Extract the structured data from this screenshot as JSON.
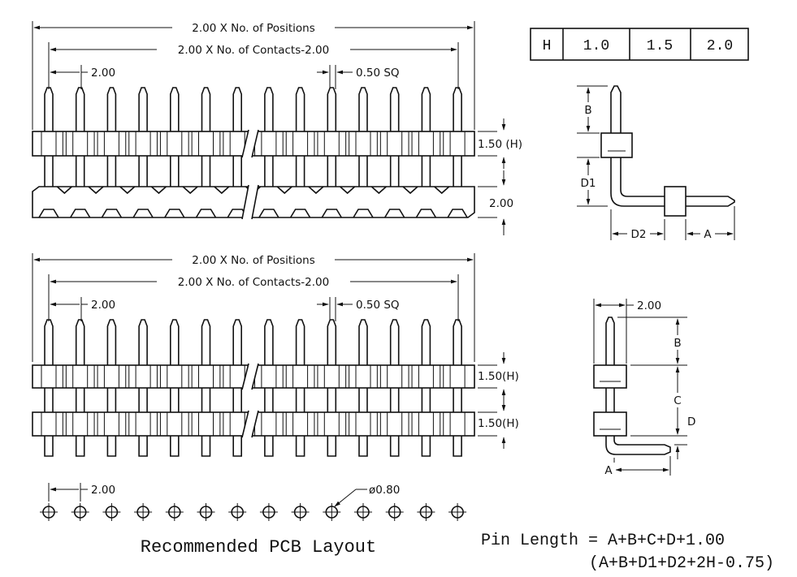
{
  "side_view_1": {
    "positions_label": "2.00 X No. of Positions",
    "contacts_label": "2.00 X No. of Contacts-2.00",
    "pitch_label": "2.00",
    "pin_size_label": "0.50 SQ",
    "height_label": "1.50 (H)",
    "spacer_label": "2.00"
  },
  "side_view_2": {
    "positions_label": "2.00 X No. of Positions",
    "contacts_label": "2.00 X No. of Contacts-2.00",
    "pitch_label": "2.00",
    "pin_size_label": "0.50 SQ",
    "height_label_upper": "1.50(H)",
    "height_label_lower": "1.50(H)"
  },
  "h_table": {
    "header": "H",
    "values": [
      "1.0",
      "1.5",
      "2.0"
    ]
  },
  "right_angle_view": {
    "label_b": "B",
    "label_d1": "D1",
    "label_d2": "D2",
    "label_a": "A"
  },
  "end_view": {
    "pitch_label": "2.00",
    "label_b": "B",
    "label_c": "C",
    "label_d": "D",
    "label_a": "A"
  },
  "pcb_layout": {
    "pitch_label": "2.00",
    "hole_label": "ø0.80",
    "title": "Recommended PCB Layout",
    "hole_count": 14
  },
  "formula": {
    "line1": "Pin Length = A+B+C+D+1.00",
    "line2": "(A+B+D1+D2+2H-0.75)"
  }
}
